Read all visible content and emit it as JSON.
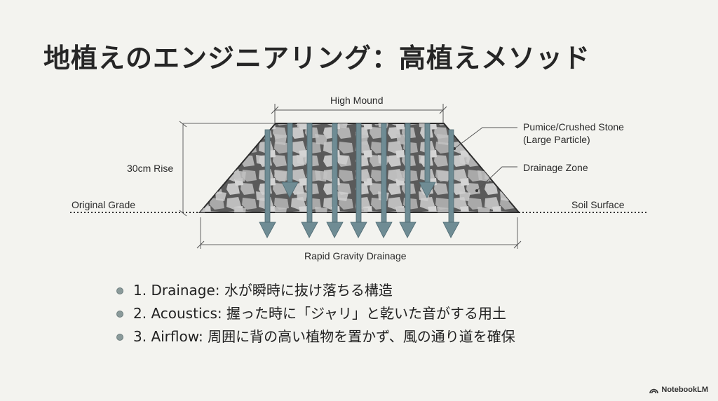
{
  "title": "地植えのエンジニアリング：高植えメソッド",
  "diagram": {
    "labels": {
      "high_mound": "High Mound",
      "rise": "30cm Rise",
      "original_grade": "Original Grade",
      "soil_surface": "Soil Surface",
      "material_line1": "Pumice/Crushed Stone",
      "material_line2": "(Large Particle)",
      "drainage_zone": "Drainage Zone",
      "rapid_drainage": "Rapid Gravity Drainage"
    },
    "colors": {
      "arrow": "#6f8c94",
      "outline": "#2d2d2d",
      "stone_fill": "#9a9a9a",
      "background": "#f3f3ef"
    }
  },
  "bullets": [
    {
      "text": "1. Drainage: 水が瞬時に抜け落ちる構造"
    },
    {
      "text": "2. Acoustics: 握った時に「ジャリ」と乾いた音がする用土"
    },
    {
      "text": "3. Airflow: 周囲に背の高い植物を置かず、風の通り道を確保"
    }
  ],
  "brand": {
    "icon": "notebooklm-logo-icon",
    "label": "NotebookLM"
  }
}
